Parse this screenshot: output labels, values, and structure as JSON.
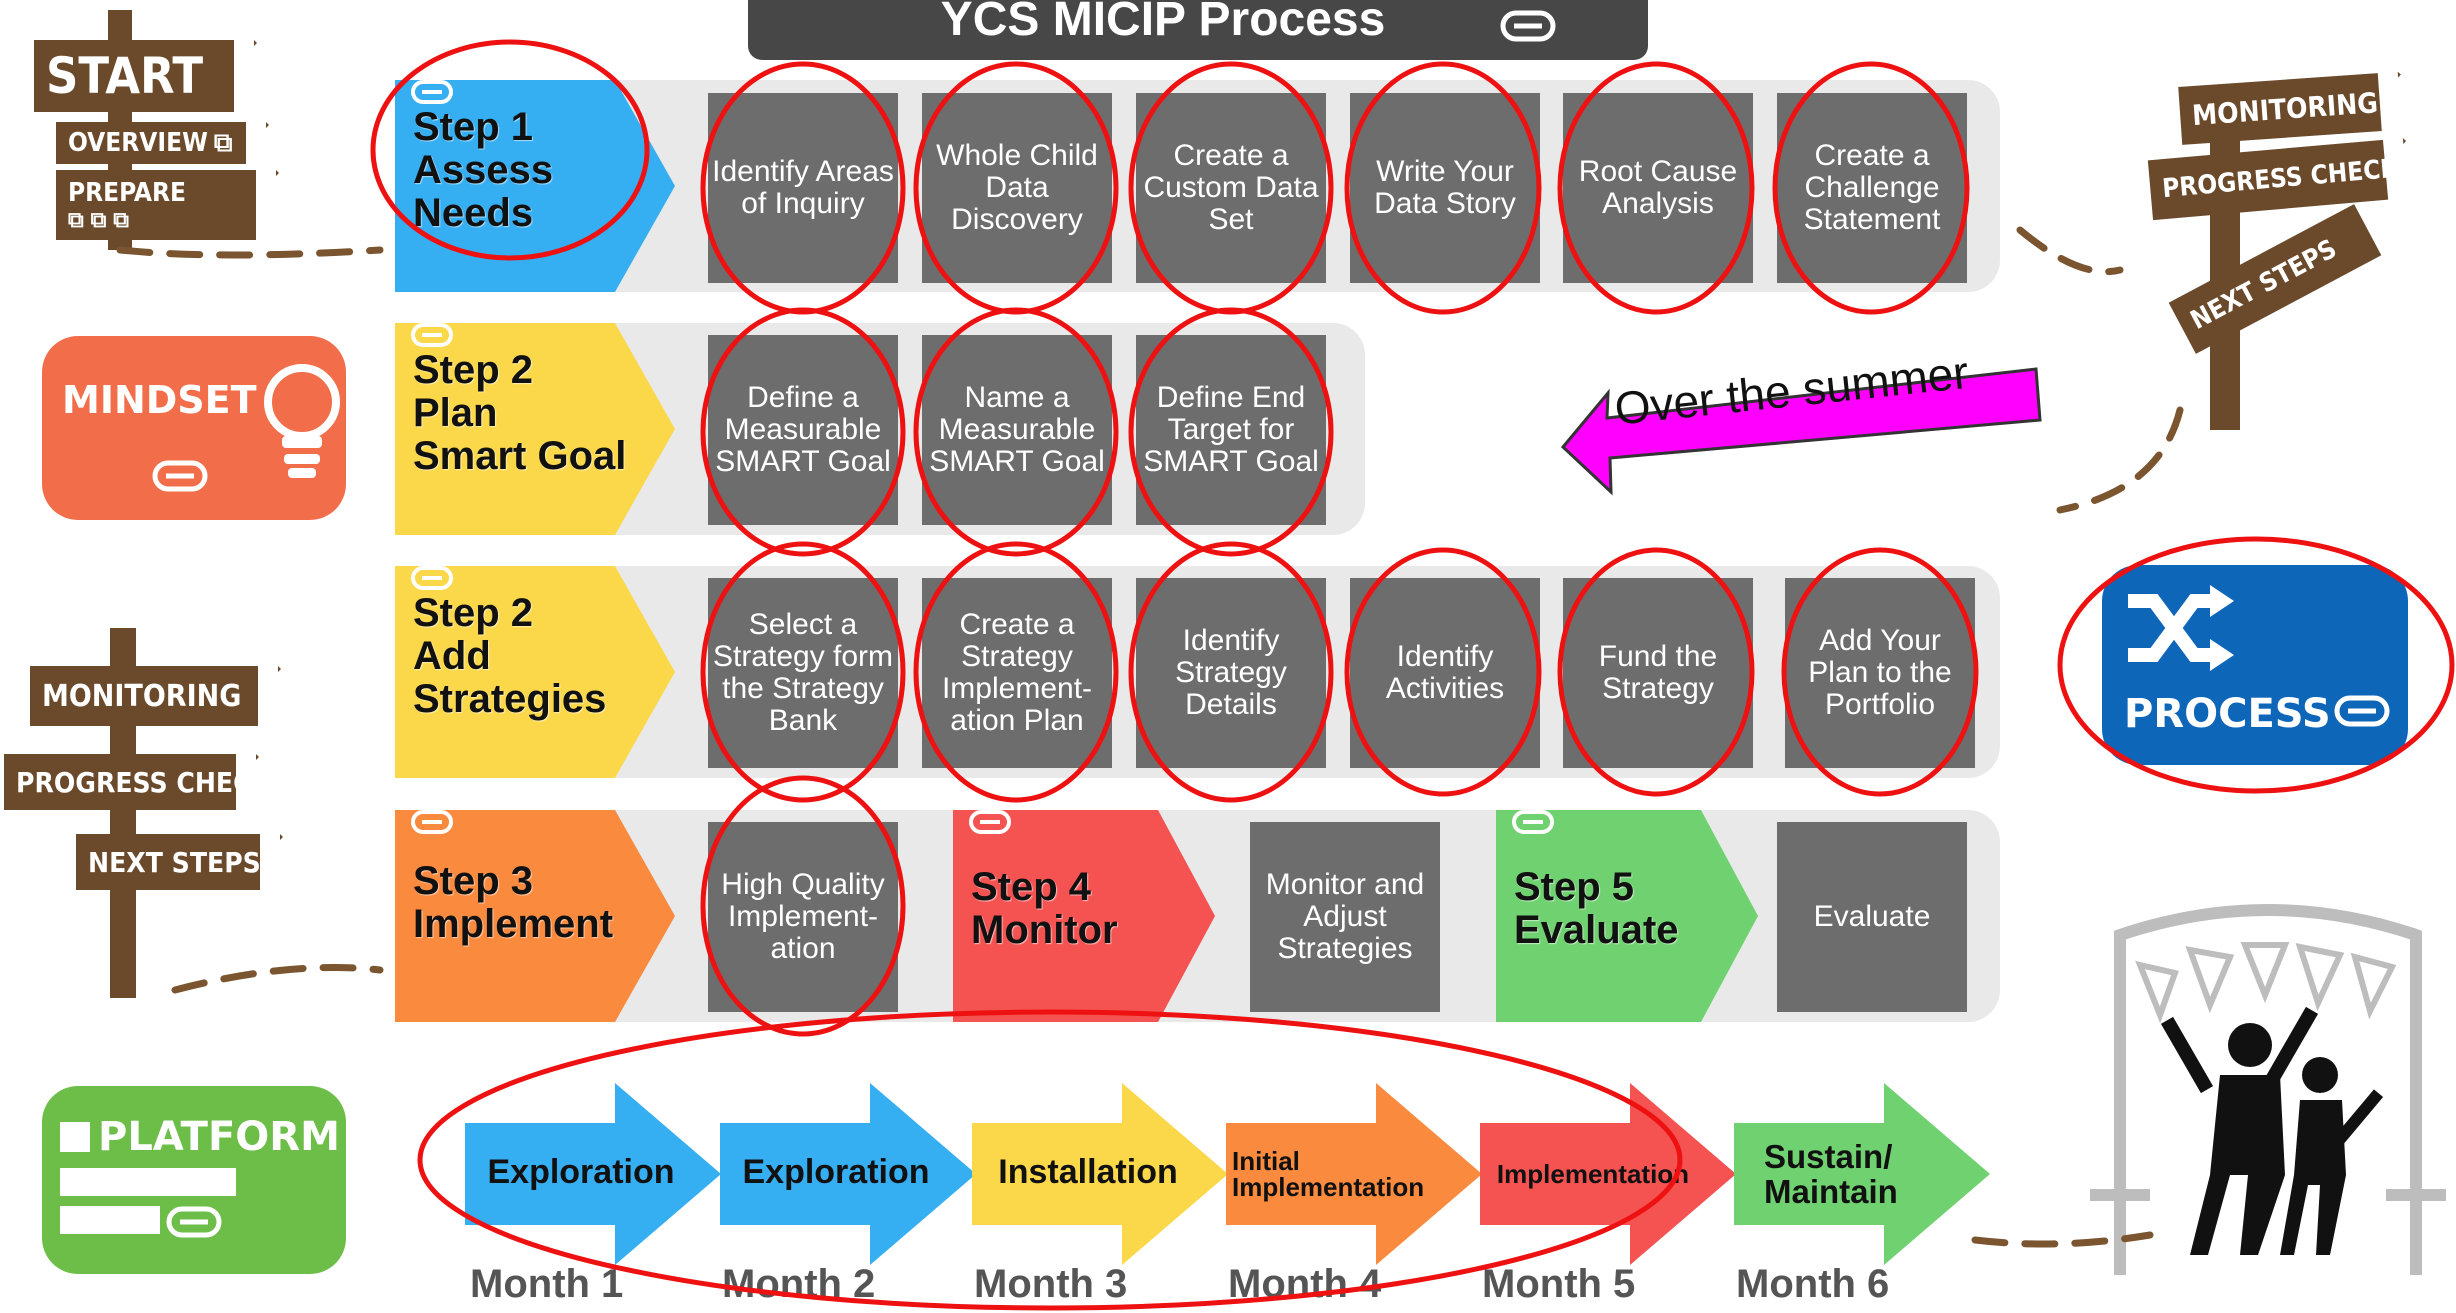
{
  "title": "YCS MICIP Process",
  "left_sign": {
    "start": "START",
    "overview": "OVERVIEW",
    "prepare": "PREPARE"
  },
  "left_sign2": {
    "monitoring": "MONITORING",
    "progress": "PROGRESS CHECK",
    "next": "NEXT STEPS"
  },
  "right_sign": {
    "monitoring": "MONITORING",
    "progress": "PROGRESS CHECK",
    "next": "NEXT STEPS"
  },
  "mindset_label": "MINDSET",
  "process_label": "PROCESS",
  "platform_label": "PLATFORM",
  "annotation": "Over the summer",
  "steps": [
    {
      "line1": "Step 1",
      "line2": "Assess",
      "line3": "Needs",
      "color": "#36aef2",
      "boxes": [
        "Identify Areas of Inquiry",
        "Whole Child Data Discovery",
        "Create a Custom Data Set",
        "Write Your Data Story",
        "Root Cause Analysis",
        "Create a Challenge Statement"
      ]
    },
    {
      "line1": "Step 2",
      "line2": "Plan",
      "line3": "Smart Goal",
      "color": "#fbd84a",
      "boxes": [
        "Define a Measurable SMART Goal",
        "Name a Measurable SMART Goal",
        "Define End Target  for SMART Goal"
      ]
    },
    {
      "line1": "Step 2",
      "line2": "Add",
      "line3": "Strategies",
      "color": "#fbd84a",
      "boxes": [
        "Select a Strategy form the Strategy Bank",
        "Create a Strategy Implement-ation Plan",
        "Identify Strategy Details",
        "Identify Activities",
        "Fund the Strategy",
        "Add Your Plan to the Portfolio"
      ]
    },
    {
      "line1": "Step 3",
      "line2": "Implement",
      "line3": "",
      "color": "#fa8a3e",
      "boxes": [
        "High Quality Implement-ation"
      ]
    },
    {
      "line1": "Step 4",
      "line2": "Monitor",
      "line3": "",
      "color": "#f55252",
      "boxes": [
        "Monitor and Adjust Strategies"
      ]
    },
    {
      "line1": "Step 5",
      "line2": "Evaluate",
      "line3": "",
      "color": "#6fd170",
      "boxes": [
        "Evaluate"
      ]
    }
  ],
  "phases": [
    {
      "label": "Exploration",
      "color": "#36aef2",
      "month": "Month 1"
    },
    {
      "label": "Exploration",
      "color": "#36aef2",
      "month": "Month 2"
    },
    {
      "label": "Installation",
      "color": "#fbd84a",
      "month": "Month 3"
    },
    {
      "label": "Initial Implementation",
      "color": "#fa8a3e",
      "month": "Month 4"
    },
    {
      "label": "Implementation",
      "color": "#f55252",
      "month": "Month 5"
    },
    {
      "label": "Sustain/ Maintain",
      "color": "#6fd170",
      "month": "Month 6"
    }
  ],
  "icons": {
    "link": "link-icon",
    "lightbulb": "lightbulb-icon",
    "shuffle": "shuffle-icon",
    "celebration": "celebration-icon"
  }
}
